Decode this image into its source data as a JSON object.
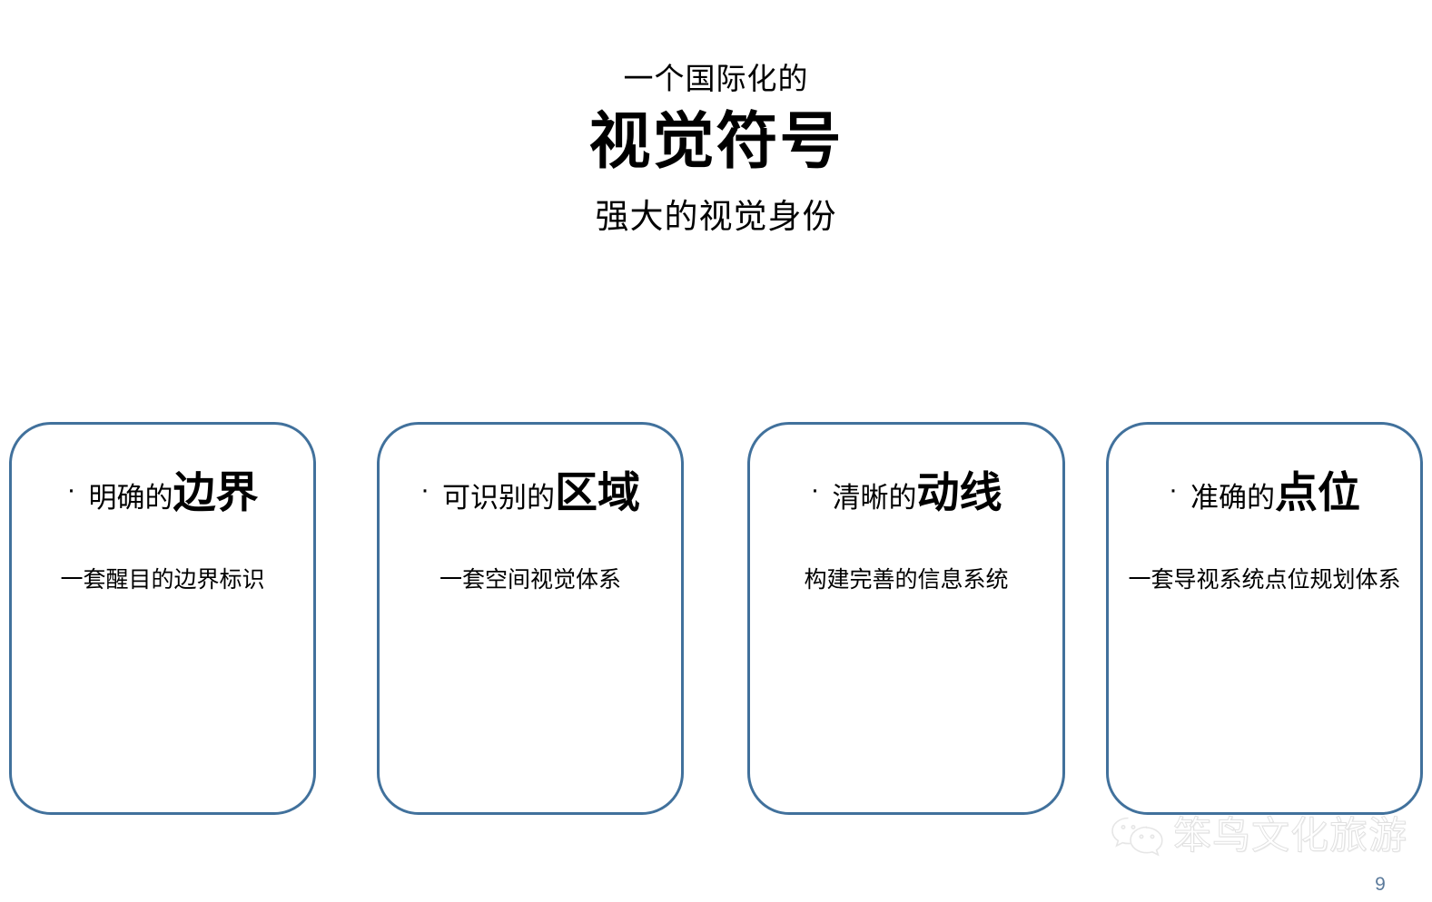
{
  "header": {
    "eyebrow": "一个国际化的",
    "title": "视觉符号",
    "subtitle": "强大的视觉身份"
  },
  "cards": [
    {
      "bullet": "·",
      "prefix": "明确的",
      "keyword": "边界",
      "subtitle": "一套醒目的边界标识"
    },
    {
      "bullet": "·",
      "prefix": "可识别的",
      "keyword": "区域",
      "subtitle": "一套空间视觉体系"
    },
    {
      "bullet": "·",
      "prefix": "清晰的",
      "keyword": "动线",
      "subtitle": "构建完善的信息系统"
    },
    {
      "bullet": "·",
      "prefix": "准确的",
      "keyword": "点位",
      "subtitle": "一套导视系统点位规划体系"
    }
  ],
  "watermark": {
    "icon": "wechat-icon",
    "text": "笨鸟文化旅游"
  },
  "footer": {
    "page_number": "9"
  },
  "colors": {
    "card_border": "#41719c",
    "text": "#000000",
    "page_number": "#5b7a9b",
    "background": "#ffffff"
  }
}
